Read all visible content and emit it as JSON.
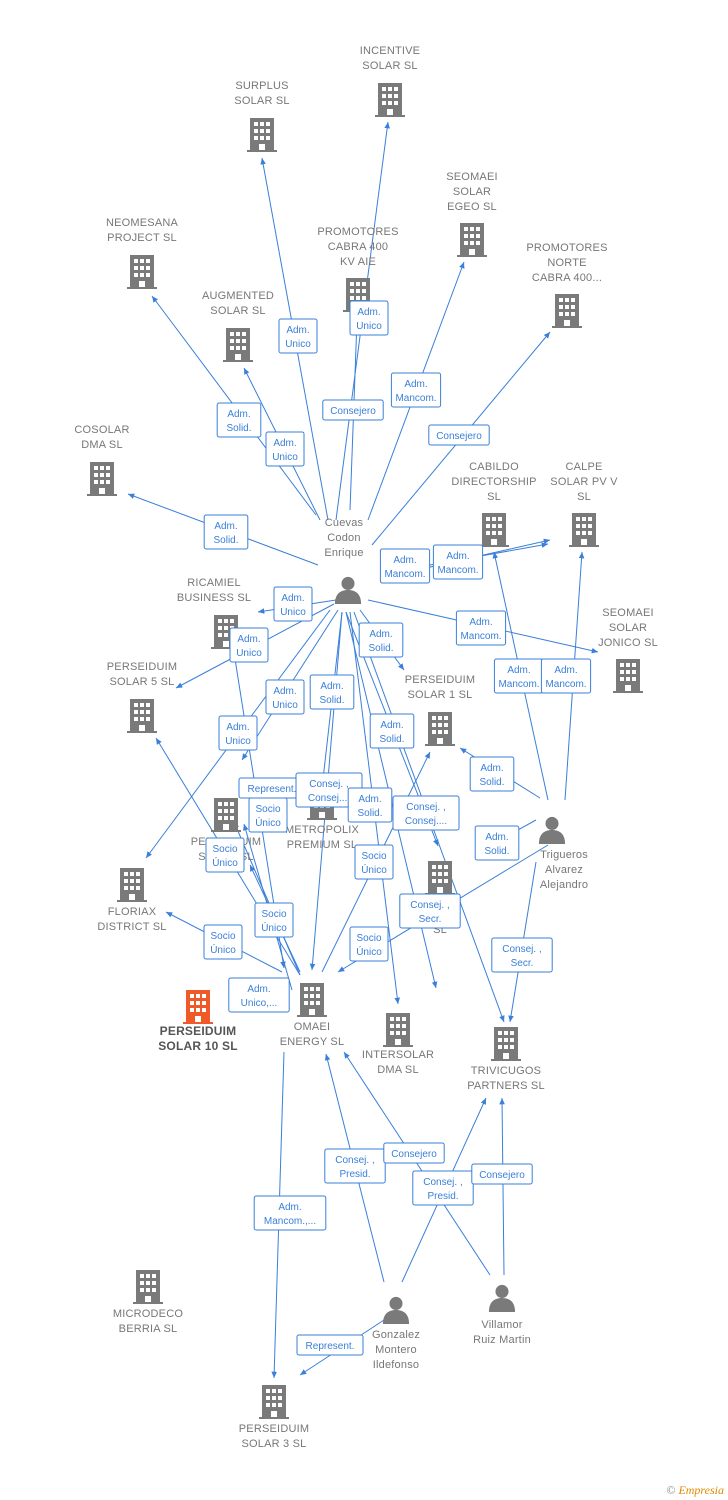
{
  "colors": {
    "edge": "#3a7fd9",
    "company": "#7a7a7a",
    "focus": "#f05a28",
    "person": "#7a7a7a"
  },
  "nodes": [
    {
      "id": "incentive",
      "type": "company",
      "label": [
        "INCENTIVE",
        "SOLAR  SL"
      ]
    },
    {
      "id": "surplus",
      "type": "company",
      "label": [
        "SURPLUS",
        "SOLAR  SL"
      ]
    },
    {
      "id": "seomaei_egeo",
      "type": "company",
      "label": [
        "SEOMAEI",
        "SOLAR",
        "EGEO  SL"
      ]
    },
    {
      "id": "neomesana",
      "type": "company",
      "label": [
        "NEOMESANA",
        "PROJECT  SL"
      ]
    },
    {
      "id": "promotores_cabra",
      "type": "company",
      "label": [
        "PROMOTORES",
        "CABRA 400",
        "KV AIE"
      ]
    },
    {
      "id": "promotores_norte",
      "type": "company",
      "label": [
        "PROMOTORES",
        "NORTE",
        "CABRA 400..."
      ]
    },
    {
      "id": "augmented",
      "type": "company",
      "label": [
        "AUGMENTED",
        "SOLAR  SL"
      ]
    },
    {
      "id": "cosolar",
      "type": "company",
      "label": [
        "COSOLAR",
        "DMA  SL"
      ]
    },
    {
      "id": "cabildo",
      "type": "company",
      "label": [
        "CABILDO",
        "DIRECTORSHIP",
        "SL"
      ]
    },
    {
      "id": "calpe",
      "type": "company",
      "label": [
        "CALPE",
        "SOLAR PV V",
        "SL"
      ]
    },
    {
      "id": "cuevas",
      "type": "person",
      "label": [
        "Cuevas",
        "Codon",
        "Enrique"
      ]
    },
    {
      "id": "ricamiel",
      "type": "company",
      "label": [
        "RICAMIEL",
        "BUSINESS  SL"
      ]
    },
    {
      "id": "seomaei_jonico",
      "type": "company",
      "label": [
        "SEOMAEI",
        "SOLAR",
        "JONICO  SL"
      ]
    },
    {
      "id": "perseiduim5",
      "type": "company",
      "label": [
        "PERSEIDUIM",
        "SOLAR 5  SL"
      ]
    },
    {
      "id": "perseiduim1",
      "type": "company",
      "label": [
        "PERSEIDUIM",
        "SOLAR 1  SL"
      ]
    },
    {
      "id": "perseiduim_x",
      "type": "company",
      "label": [
        "PERSEIDUIM",
        "SOLAR  SL"
      ]
    },
    {
      "id": "metropolix",
      "type": "company",
      "label": [
        "METROPOLIX",
        "PREMIUM  SL"
      ]
    },
    {
      "id": "trigueros",
      "type": "person",
      "label": [
        "Trigueros",
        "Alvarez",
        "Alejandro"
      ]
    },
    {
      "id": "floriax",
      "type": "company",
      "label": [
        "FLORIAX",
        "DISTRICT  SL"
      ]
    },
    {
      "id": "hidden_e",
      "type": "company",
      "label": [
        "E",
        "SL"
      ]
    },
    {
      "id": "perseiduim10",
      "type": "company",
      "label": [
        "PERSEIDUIM",
        "SOLAR 10  SL"
      ],
      "focus": true
    },
    {
      "id": "omaei",
      "type": "company",
      "label": [
        "OMAEI",
        "ENERGY  SL"
      ]
    },
    {
      "id": "intersolar",
      "type": "company",
      "label": [
        "INTERSOLAR",
        "DMA  SL"
      ]
    },
    {
      "id": "trivicugos",
      "type": "company",
      "label": [
        "TRIVICUGOS",
        "PARTNERS  SL"
      ]
    },
    {
      "id": "microdeco",
      "type": "company",
      "label": [
        "MICRODECO",
        "BERRIA  SL"
      ]
    },
    {
      "id": "gonzalez",
      "type": "person",
      "label": [
        "Gonzalez",
        "Montero",
        "Ildefonso"
      ]
    },
    {
      "id": "villamor",
      "type": "person",
      "label": [
        "Villamor",
        "Ruiz Martin"
      ]
    },
    {
      "id": "perseiduim3",
      "type": "company",
      "label": [
        "PERSEIDUIM",
        "SOLAR 3  SL"
      ]
    }
  ],
  "edge_labels": [
    [
      "Adm.",
      "Unico"
    ],
    [
      "Adm.",
      "Unico"
    ],
    [
      "Consejero"
    ],
    [
      "Adm.",
      "Mancom."
    ],
    [
      "Consejero"
    ],
    [
      "Adm.",
      "Solid."
    ],
    [
      "Adm.",
      "Unico"
    ],
    [
      "Adm.",
      "Solid."
    ],
    [
      "Adm.",
      "Mancom."
    ],
    [
      "Adm.",
      "Mancom."
    ],
    [
      "Adm.",
      "Unico"
    ],
    [
      "Adm.",
      "Mancom."
    ],
    [
      "Adm.",
      "Unico"
    ],
    [
      "Adm.",
      "Solid."
    ],
    [
      "Adm.",
      "Mancom."
    ],
    [
      "Adm.",
      "Mancom."
    ],
    [
      "Adm.",
      "Unico"
    ],
    [
      "Adm.",
      "Solid."
    ],
    [
      "Adm.",
      "Unico"
    ],
    [
      "Adm.",
      "Solid."
    ],
    [
      "Represent."
    ],
    [
      "Consej. ,",
      "Consej...."
    ],
    [
      "Adm.",
      "Solid."
    ],
    [
      "Adm.",
      "Solid."
    ],
    [
      "Socio",
      "Único"
    ],
    [
      "Consej. ,",
      "Consej...."
    ],
    [
      "Socio",
      "Único"
    ],
    [
      "Adm.",
      "Solid."
    ],
    [
      "Socio",
      "Único"
    ],
    [
      "Consej. ,",
      "Secr."
    ],
    [
      "Socio",
      "Único"
    ],
    [
      "Socio",
      "Único"
    ],
    [
      "Adm.",
      "Unico,..."
    ],
    [
      "Consej. ,",
      "Secr."
    ],
    [
      "Socio",
      "Único"
    ],
    [
      "Adm.",
      "Mancom.,..."
    ],
    [
      "Consej. ,",
      "Presid."
    ],
    [
      "Consejero"
    ],
    [
      "Consej. ,",
      "Presid."
    ],
    [
      "Consejero"
    ],
    [
      "Represent."
    ]
  ],
  "footer": {
    "copyright": "©",
    "brand": "Empresia"
  }
}
